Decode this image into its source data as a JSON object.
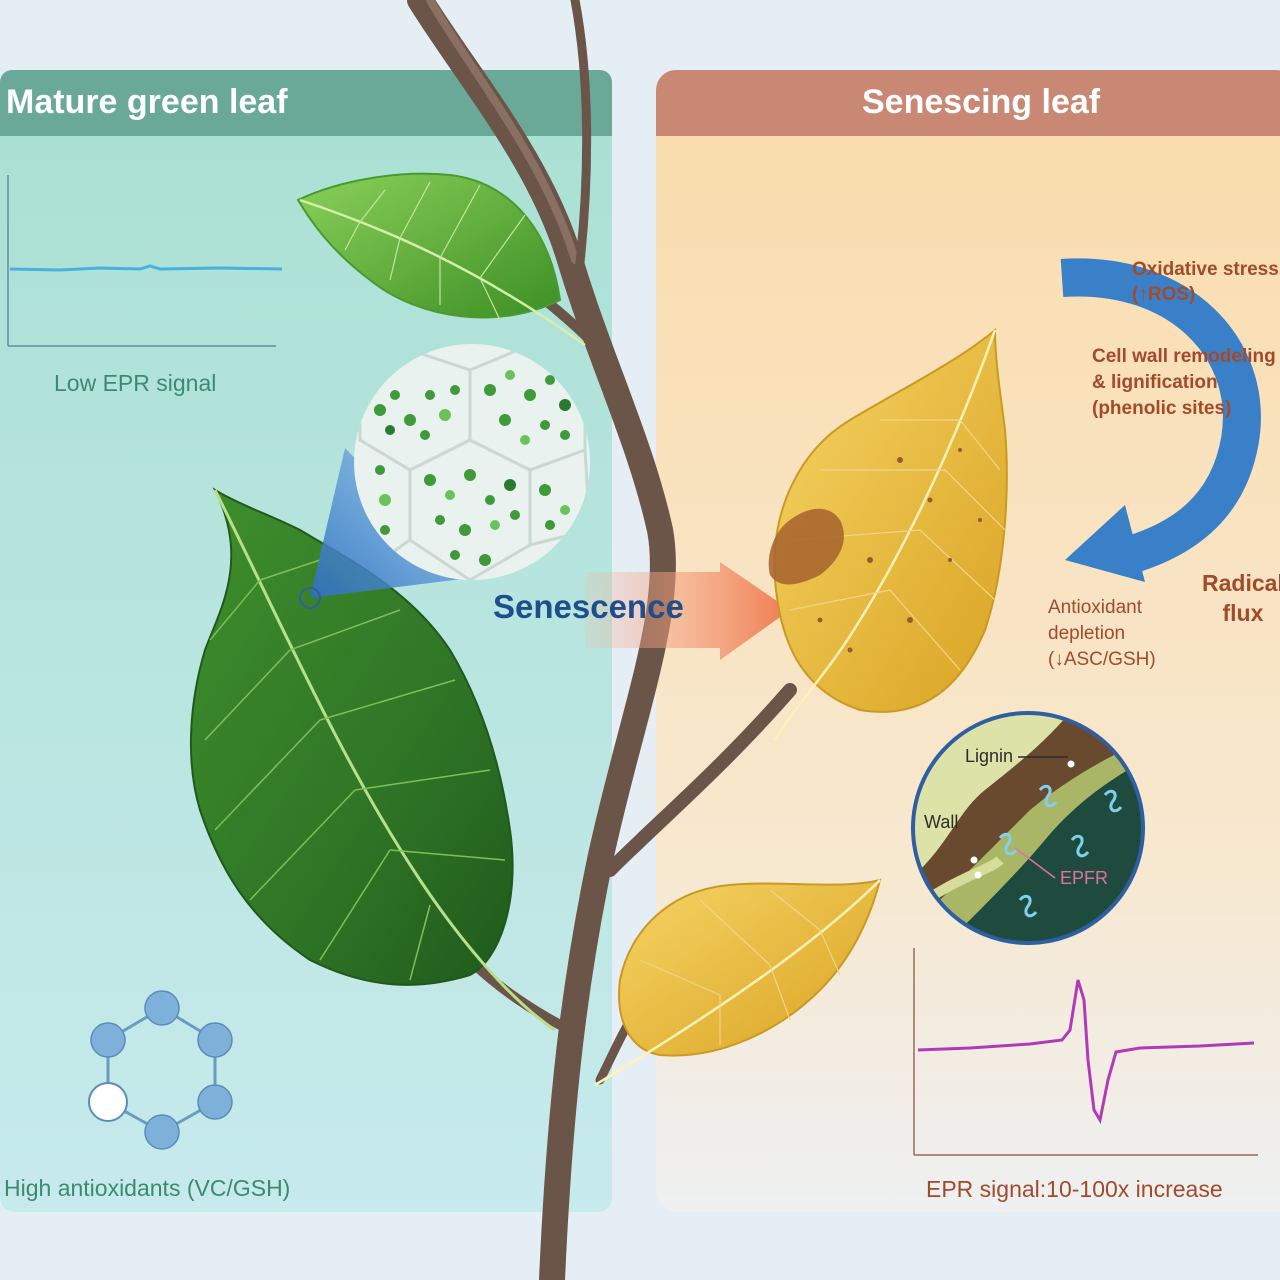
{
  "left_panel": {
    "title": "Mature green leaf",
    "epr_label": "Low EPR signal",
    "antioxidant_label": "High antioxidants (VC/GSH)"
  },
  "center": {
    "transition_label": "Senescence"
  },
  "right_panel": {
    "title": "Senescing leaf",
    "cycle": {
      "oxidative_stress": [
        "Oxidative stress",
        "(↑ROS)"
      ],
      "cell_wall": [
        "Cell wall remodeling",
        "& lignification",
        "(phenolic sites)"
      ],
      "antioxidant": [
        "Antioxidant",
        "depletion",
        "(↓ASC/GSH)"
      ],
      "radical_flux": [
        "Radical",
        "flux"
      ]
    },
    "inset": {
      "lignin": "Lignin",
      "wall": "Wall",
      "epfr": "EPFR"
    },
    "epr_label": "EPR signal:10-100x increase"
  },
  "colors": {
    "left_header": "#6aa898",
    "right_header": "#c98874",
    "left_panel_bg": "#b7e4d8",
    "right_panel_bg": "#f9dfb4",
    "cycle_arrow": "#3a80c8",
    "epr_low_line": "#4ab0e0",
    "epr_high_line": "#b03ab8",
    "senescence_text": "#1f4e8c"
  },
  "icons": [
    "leaf-icon",
    "cell-zoom-icon",
    "molecule-icon",
    "cycle-arrow-icon",
    "epfr-radical-icon"
  ]
}
